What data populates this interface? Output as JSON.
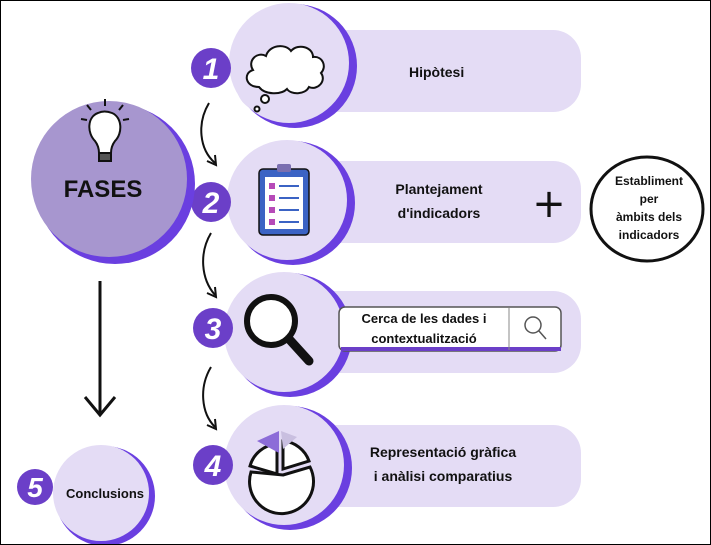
{
  "colors": {
    "pill": "#e4dcf5",
    "circle_light": "#e4dcf5",
    "circle_mid": "#a796cf",
    "shadow": "#6a3fe0",
    "badge": "#6b3fc8",
    "ink": "#111111",
    "clipboard": "#3b63c4"
  },
  "main": {
    "title": "FASES",
    "icon": "lightbulb-icon"
  },
  "steps": [
    {
      "number": "1",
      "text": "Hipòtesi",
      "icon": "cloud-icon"
    },
    {
      "number": "2",
      "text_line1": "Plantejament",
      "text_line2": "d'indicadors",
      "icon": "clipboard-checklist-icon"
    },
    {
      "number": "3",
      "text_line1": "Cerca de les dades i",
      "text_line2": "contextualització",
      "icon": "magnifier-icon"
    },
    {
      "number": "4",
      "text_line1": "Representació gràfica",
      "text_line2": "i anàlisi comparatius",
      "icon": "pie-chart-icon"
    }
  ],
  "extra": {
    "symbol": "+",
    "line1": "Establiment",
    "line2": "per",
    "line3": "àmbits dels",
    "line4": "indicadors"
  },
  "final": {
    "number": "5",
    "text": "Conclusions"
  }
}
